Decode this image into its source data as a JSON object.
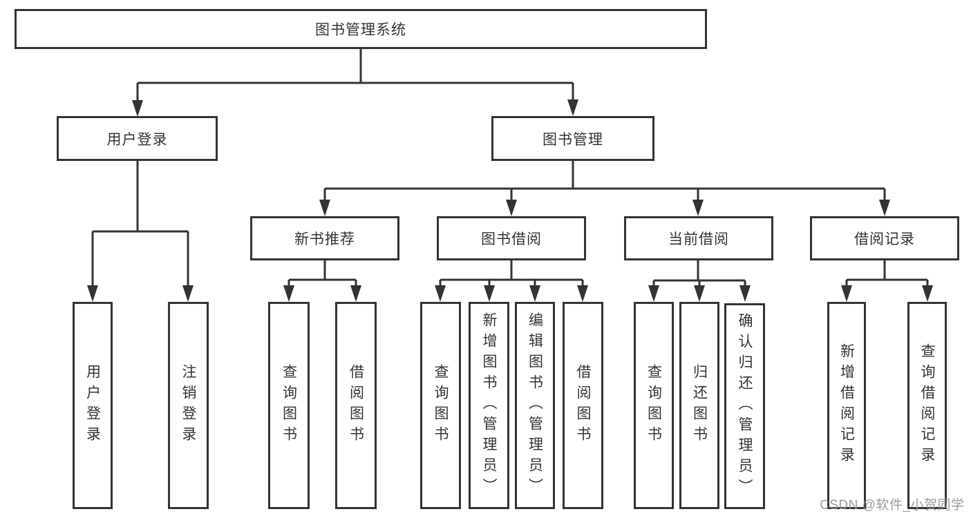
{
  "diagram_title": "图书管理系统",
  "watermark": "CSDN @软件_小贺同学",
  "colors": {
    "line": "#333333",
    "text": "#333333",
    "box_background": "#ffffff",
    "watermark": "#969696"
  },
  "tree": {
    "label": "图书管理系统",
    "children": [
      {
        "label": "用户登录",
        "children": [
          {
            "label": "用户登录"
          },
          {
            "label": "注销登录"
          }
        ]
      },
      {
        "label": "图书管理",
        "children": [
          {
            "label": "新书推荐",
            "children": [
              {
                "label": "查询图书"
              },
              {
                "label": "借阅图书"
              }
            ]
          },
          {
            "label": "图书借阅",
            "children": [
              {
                "label": "查询图书"
              },
              {
                "label": "新增图书（管理员）"
              },
              {
                "label": "编辑图书（管理员）"
              },
              {
                "label": "借阅图书"
              }
            ]
          },
          {
            "label": "当前借阅",
            "children": [
              {
                "label": "查询图书"
              },
              {
                "label": "归还图书"
              },
              {
                "label": "确认归还（管理员）"
              }
            ]
          },
          {
            "label": "借阅记录",
            "children": [
              {
                "label": "新增借阅记录"
              },
              {
                "label": "查询借阅记录"
              }
            ]
          }
        ]
      }
    ]
  }
}
